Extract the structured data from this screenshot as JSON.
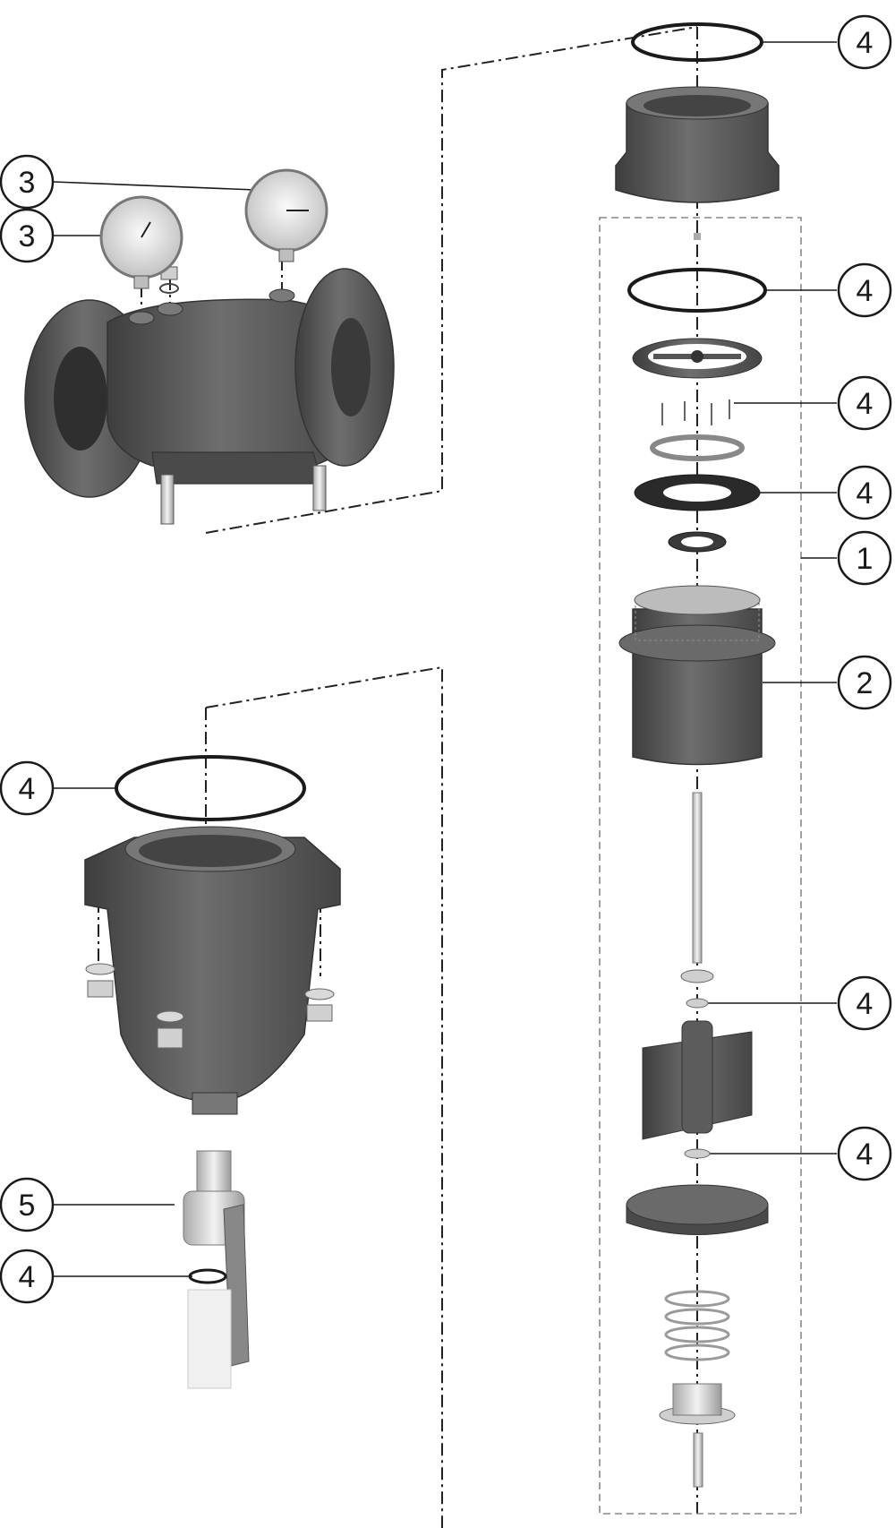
{
  "diagram": {
    "callouts": {
      "c1": "1",
      "c2": "2",
      "c3a": "3",
      "c3b": "3",
      "c4_top": "4",
      "c4_oring": "4",
      "c4_screws": "4",
      "c4_gasket": "4",
      "c4_washer_top": "4",
      "c4_washer_bottom": "4",
      "c4_bowl": "4",
      "c4_ballvalve": "4",
      "c5": "5"
    },
    "colors": {
      "casting": "#5c5c5c",
      "casting_dark": "#3f3f3f",
      "casting_light": "#8a8a8a",
      "metal": "#d9d9d9",
      "line": "#1a1a1a",
      "dash": "#777777"
    },
    "parts": [
      "valve-body",
      "pressure-gauge",
      "pressure-gauge",
      "cover",
      "o-ring",
      "handwheel",
      "screws",
      "ring",
      "gasket",
      "seal",
      "strainer-cartridge",
      "stem",
      "washer",
      "diaphragm-cage",
      "diaphragm-plate",
      "spring",
      "valve-disc",
      "strainer-bowl",
      "drain-ball-valve"
    ]
  }
}
